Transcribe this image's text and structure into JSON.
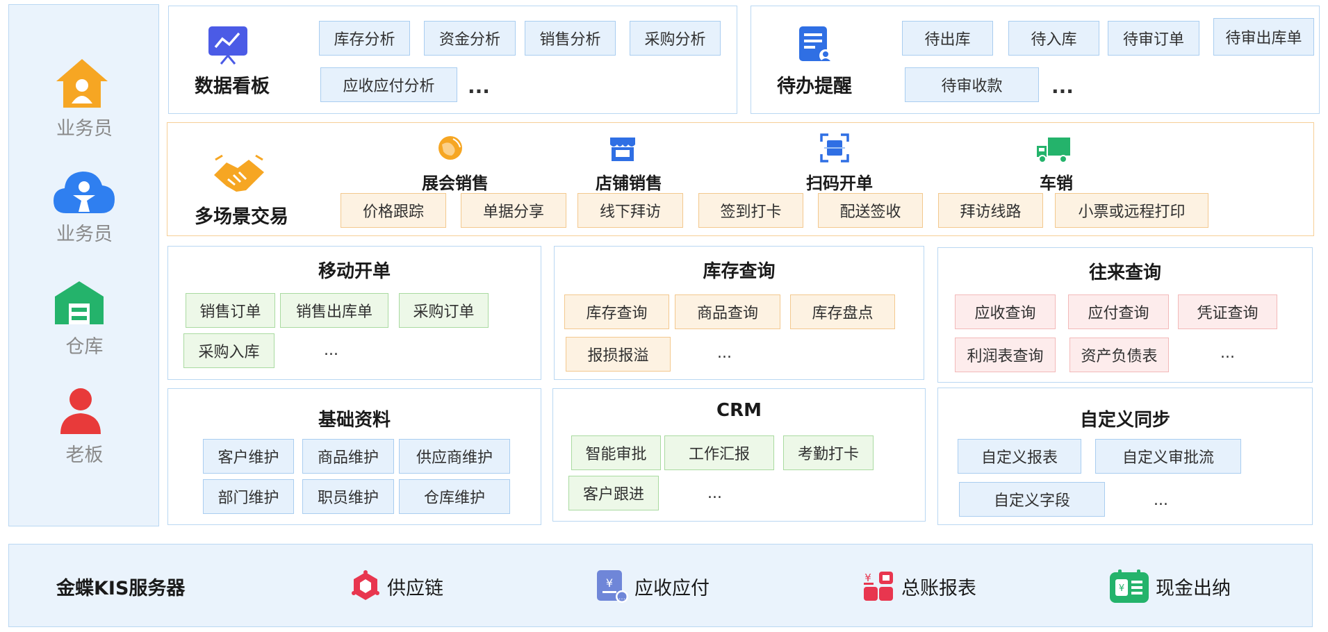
{
  "sidebar": {
    "roles": [
      {
        "label": "业务员",
        "icon": "house-person-icon",
        "color": "#f6a623"
      },
      {
        "label": "业务员",
        "icon": "cloud-person-icon",
        "color": "#2f7ff0"
      },
      {
        "label": "仓库",
        "icon": "warehouse-icon",
        "color": "#24b36b"
      },
      {
        "label": "老板",
        "icon": "person-icon",
        "color": "#e83a3a"
      }
    ]
  },
  "dashboard": {
    "title": "数据看板",
    "icon": "chart-board-icon",
    "items": [
      "库存分析",
      "资金分析",
      "销售分析",
      "采购分析",
      "应收应付分析"
    ],
    "more": "..."
  },
  "todo": {
    "title": "待办提醒",
    "icon": "document-icon",
    "items": [
      "待出库",
      "待入库",
      "待审订单",
      "待审出库单",
      "待审收款"
    ],
    "more": "..."
  },
  "scenarios": {
    "title": "多场景交易",
    "icon": "handshake-icon",
    "categories": [
      {
        "label": "展会销售",
        "icon": "globe-icon"
      },
      {
        "label": "店铺销售",
        "icon": "shop-icon"
      },
      {
        "label": "扫码开单",
        "icon": "scan-icon"
      },
      {
        "label": "车销",
        "icon": "truck-icon"
      }
    ],
    "items": [
      "价格跟踪",
      "单据分享",
      "线下拜访",
      "签到打卡",
      "配送签收",
      "拜访线路",
      "小票或远程打印"
    ]
  },
  "mobile_order": {
    "title": "移动开单",
    "items": [
      "销售订单",
      "销售出库单",
      "采购订单",
      "采购入库"
    ],
    "more": "..."
  },
  "inventory_query": {
    "title": "库存查询",
    "items": [
      "库存查询",
      "商品查询",
      "库存盘点",
      "报损报溢"
    ],
    "more": "..."
  },
  "account_query": {
    "title": "往来查询",
    "items": [
      "应收查询",
      "应付查询",
      "凭证查询",
      "利润表查询",
      "资产负债表"
    ],
    "more": "..."
  },
  "basic_data": {
    "title": "基础资料",
    "items": [
      "客户维护",
      "商品维护",
      "供应商维护",
      "部门维护",
      "职员维护",
      "仓库维护"
    ]
  },
  "crm": {
    "title": "CRM",
    "items": [
      "智能审批",
      "工作汇报",
      "考勤打卡",
      "客户跟进"
    ],
    "more": "..."
  },
  "custom_sync": {
    "title": "自定义同步",
    "items": [
      "自定义报表",
      "自定义审批流",
      "自定义字段"
    ],
    "more": "..."
  },
  "server": {
    "title": "金蝶KIS服务器",
    "modules": [
      {
        "label": "供应链",
        "icon": "supply-chain-icon"
      },
      {
        "label": "应收应付",
        "icon": "receivable-icon"
      },
      {
        "label": "总账报表",
        "icon": "ledger-icon"
      },
      {
        "label": "现金出纳",
        "icon": "cash-icon"
      }
    ]
  },
  "colors": {
    "blue_accent": "#2f6fe4",
    "orange_accent": "#f6a623",
    "green_accent": "#24b36b",
    "red_accent": "#e83a3a"
  }
}
